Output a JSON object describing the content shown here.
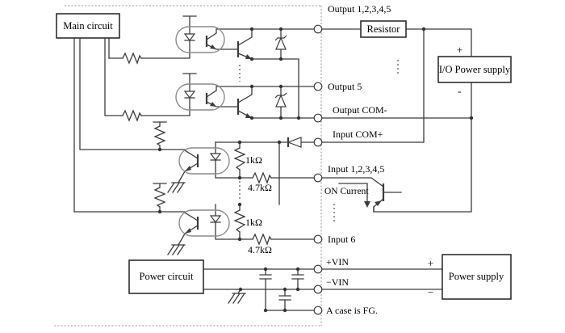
{
  "d": {
    "boxes": {
      "main_circuit": "Main circuit",
      "resistor": "Resistor",
      "io_power_supply": "I/O Power supply",
      "power_circuit": "Power circuit",
      "power_supply": "Power supply"
    },
    "polarity": {
      "io_plus": "+",
      "io_minus": "-",
      "ps_plus": "+",
      "ps_minus": "−"
    },
    "terminals": {
      "output_1_5": "Output 1,2,3,4,5",
      "output_5": "Output 5",
      "output_com": "Output COM-",
      "input_com": "Input COM+",
      "input_1_5": "Input 1,2,3,4,5",
      "input_6": "Input 6",
      "vin_plus": "+VIN",
      "vin_minus": "−VIN",
      "fg": "A case is FG."
    },
    "resistors": {
      "input1_pullup": "1kΩ",
      "input1_series": "4.7kΩ",
      "input2_pullup": "1kΩ",
      "input2_series": "4.7kΩ"
    },
    "annotations": {
      "on_current": "ON Current"
    },
    "colors": {
      "wire": "#3c3c3c",
      "opto_outline": "#8b8b8b",
      "text": "#000000",
      "background": "#ffffff"
    }
  }
}
